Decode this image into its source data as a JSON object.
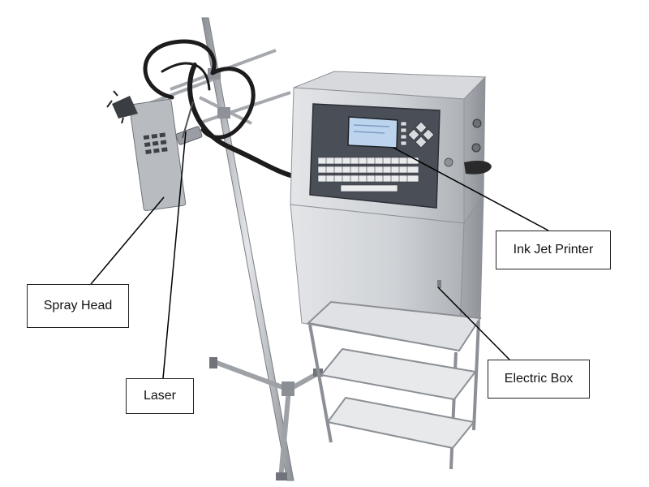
{
  "labels": {
    "ink_jet_printer": "Ink Jet Printer",
    "spray_head": "Spray Head",
    "laser": "Laser",
    "electric_box": "Electric Box"
  },
  "colors": {
    "cabinet": "#c9cbce",
    "cabinet_dark": "#9fa3a8",
    "panel": "#4a4e57",
    "screen": "#bcd4ee",
    "pole": "#b8bcc1",
    "hose": "#1a1a1a"
  }
}
